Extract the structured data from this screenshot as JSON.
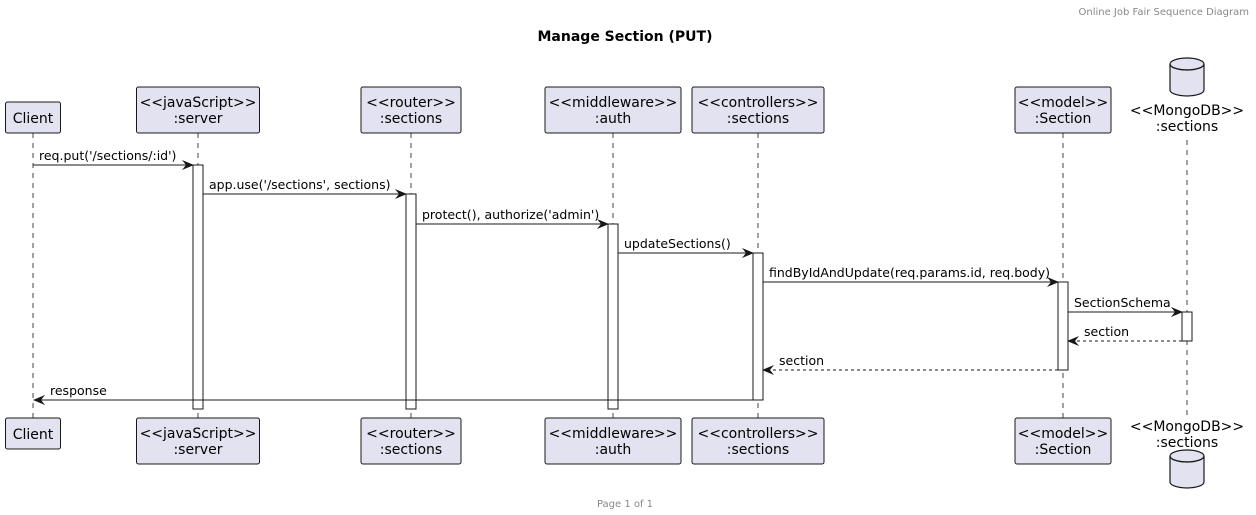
{
  "header": "Online Job Fair Sequence Diagram",
  "title": "Manage Section (PUT)",
  "footer": "Page 1 of 1",
  "participants": [
    {
      "id": "client",
      "lines": [
        "Client"
      ],
      "shape": "box"
    },
    {
      "id": "server",
      "lines": [
        "<<javaScript>>",
        ":server"
      ],
      "shape": "box"
    },
    {
      "id": "router",
      "lines": [
        "<<router>>",
        ":sections"
      ],
      "shape": "box"
    },
    {
      "id": "auth",
      "lines": [
        "<<middleware>>",
        ":auth"
      ],
      "shape": "box"
    },
    {
      "id": "controller",
      "lines": [
        "<<controllers>>",
        ":sections"
      ],
      "shape": "box"
    },
    {
      "id": "model",
      "lines": [
        "<<model>>",
        ":Section"
      ],
      "shape": "box"
    },
    {
      "id": "db",
      "lines": [
        "<<MongoDB>>",
        ":sections"
      ],
      "shape": "database"
    }
  ],
  "messages": [
    {
      "from": "client",
      "to": "server",
      "label": "req.put('/sections/:id')",
      "type": "sync"
    },
    {
      "from": "server",
      "to": "router",
      "label": "app.use('/sections', sections)",
      "type": "sync"
    },
    {
      "from": "router",
      "to": "auth",
      "label": "protect(), authorize('admin')",
      "type": "sync"
    },
    {
      "from": "auth",
      "to": "controller",
      "label": "updateSections()",
      "type": "sync"
    },
    {
      "from": "controller",
      "to": "model",
      "label": "findByIdAndUpdate(req.params.id, req.body)",
      "type": "sync"
    },
    {
      "from": "model",
      "to": "db",
      "label": "SectionSchema",
      "type": "sync"
    },
    {
      "from": "db",
      "to": "model",
      "label": "section",
      "type": "return"
    },
    {
      "from": "model",
      "to": "controller",
      "label": "section",
      "type": "return"
    },
    {
      "from": "controller",
      "to": "client",
      "label": "response",
      "type": "sync"
    }
  ],
  "colors": {
    "participant_fill": "#E2E2F0",
    "participant_border": "#181818",
    "lifeline": "#181818",
    "activation_fill": "#FFFFFF"
  }
}
